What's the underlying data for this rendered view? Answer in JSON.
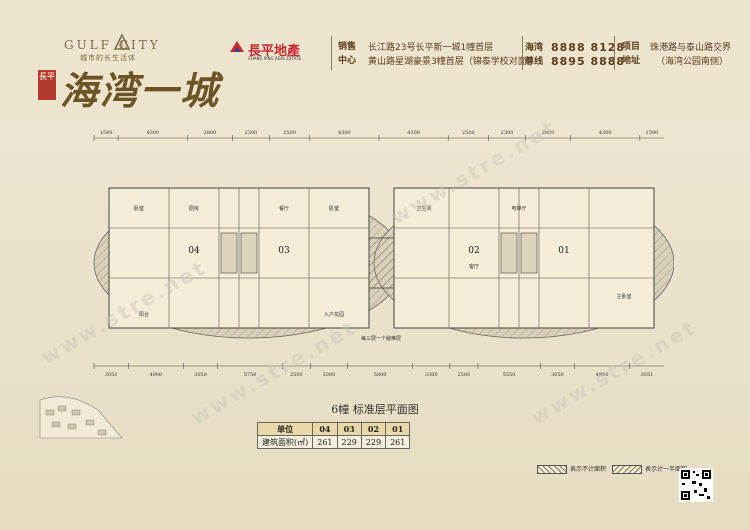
{
  "header": {
    "project_en": "GULF CITY",
    "project_slogan": "城市的长生活体",
    "project_cn": "海湾一城",
    "seal_text": "長平",
    "developer_name": "長平地產",
    "developer_en": "CHANG PING REAL ESTATE",
    "sales_label": "销售中心",
    "sales_address_1": "长江路23号长平新一城1幢首层",
    "sales_address_2": "黄山路星湖豪景3幢首层（锦泰学校对面）",
    "hotline_label_1": "海湾",
    "hotline_label_2": "尊线",
    "phone_1": "8888 8128",
    "phone_2": "8895 8888",
    "project_addr_label": "项目地址",
    "project_addr_1": "珠港路与泰山路交界",
    "project_addr_2": "（海湾公园南侧）"
  },
  "plan": {
    "top_dims": [
      "1500",
      "4300",
      "2800",
      "2300",
      "2500",
      "4300",
      "4300",
      "2500",
      "2300",
      "2800",
      "4300",
      "1500"
    ],
    "bottom_dims": [
      "3051",
      "4900",
      "3050",
      "5750",
      "2500",
      "3300",
      "5800",
      "3300",
      "2500",
      "5550",
      "3050",
      "4900",
      "3051"
    ],
    "unit_labels": [
      "04",
      "03",
      "02",
      "01"
    ],
    "room_labels": [
      "卧室",
      "卧室",
      "厨房",
      "餐厅",
      "客厅",
      "主卧室",
      "卫生间",
      "阳台",
      "入户花园",
      "电梯厅"
    ],
    "bridge_label": "每三层一个避难层",
    "watermark": "www.stre.net"
  },
  "caption": "6幢 标准层平面图",
  "area_table": {
    "header_label": "单位",
    "row_label": "建筑面积(㎡)",
    "units": [
      "04",
      "03",
      "02",
      "01"
    ],
    "areas": [
      "261",
      "229",
      "229",
      "261"
    ]
  },
  "legend": {
    "item1": "表示不计面积",
    "item2": "表示计一半面积"
  }
}
